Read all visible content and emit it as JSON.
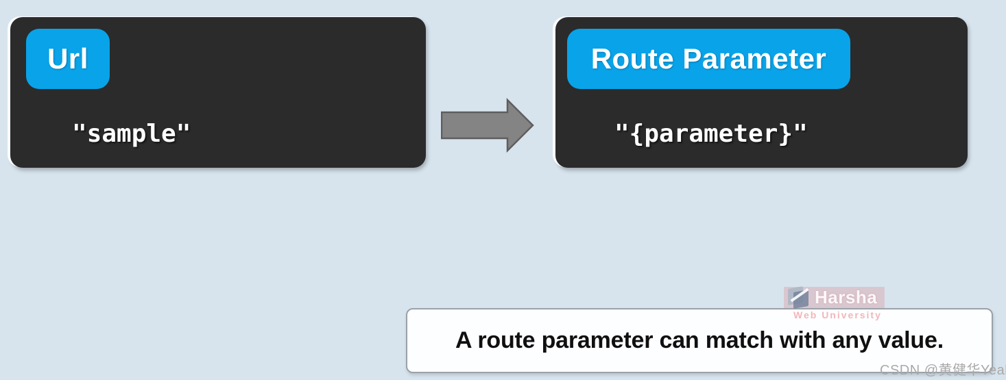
{
  "colors": {
    "background": "#d7e4ee",
    "card_dark": "#2b2b2b",
    "accent_blue": "#09a3e9",
    "arrow_gray": "#848484",
    "caption_border": "#9aa1a9",
    "watermark_pink": "#f2b6ba",
    "csdn_gray": "#a9a9a9"
  },
  "cards": {
    "url": {
      "badge": "Url",
      "value": "\"sample\""
    },
    "route": {
      "badge": "Route Parameter",
      "value": "\"{parameter}\""
    }
  },
  "arrow": {
    "direction": "right"
  },
  "caption": {
    "text": "A route parameter can match with any value."
  },
  "watermarks": {
    "brand": "Harsha",
    "brand_subtitle": "Web University",
    "csdn": "CSDN @黄健华Yeah"
  }
}
